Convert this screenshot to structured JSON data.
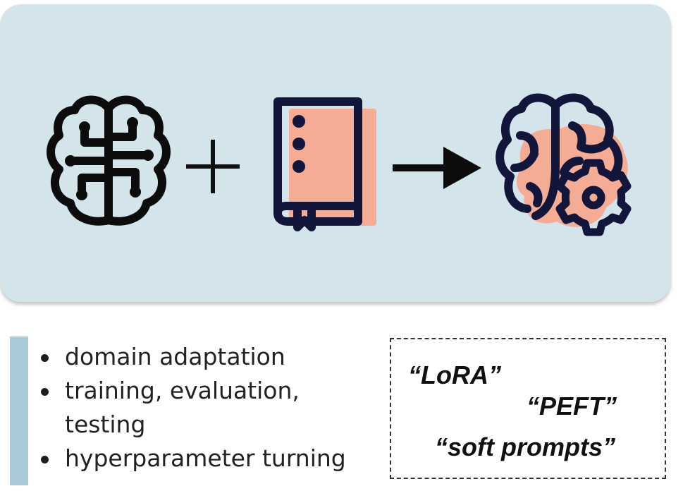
{
  "diagram": {
    "icons": {
      "base_model": "brain-icon",
      "plus": "plus-icon",
      "data": "book-icon",
      "arrow": "arrow-right-icon",
      "result": "brain-gear-icon"
    },
    "colors": {
      "panel_background": "#d3e5eb",
      "accent_fill": "#f4ac94",
      "icon_stroke": "#12163a",
      "accent_bar": "#a8cad8"
    }
  },
  "bullets": [
    "domain adaptation",
    "training, evaluation,",
    "testing",
    "hyperparameter turning"
  ],
  "terms": {
    "lora": "“LoRA”",
    "peft": "“PEFT”",
    "soft_prompts": "“soft prompts”"
  }
}
